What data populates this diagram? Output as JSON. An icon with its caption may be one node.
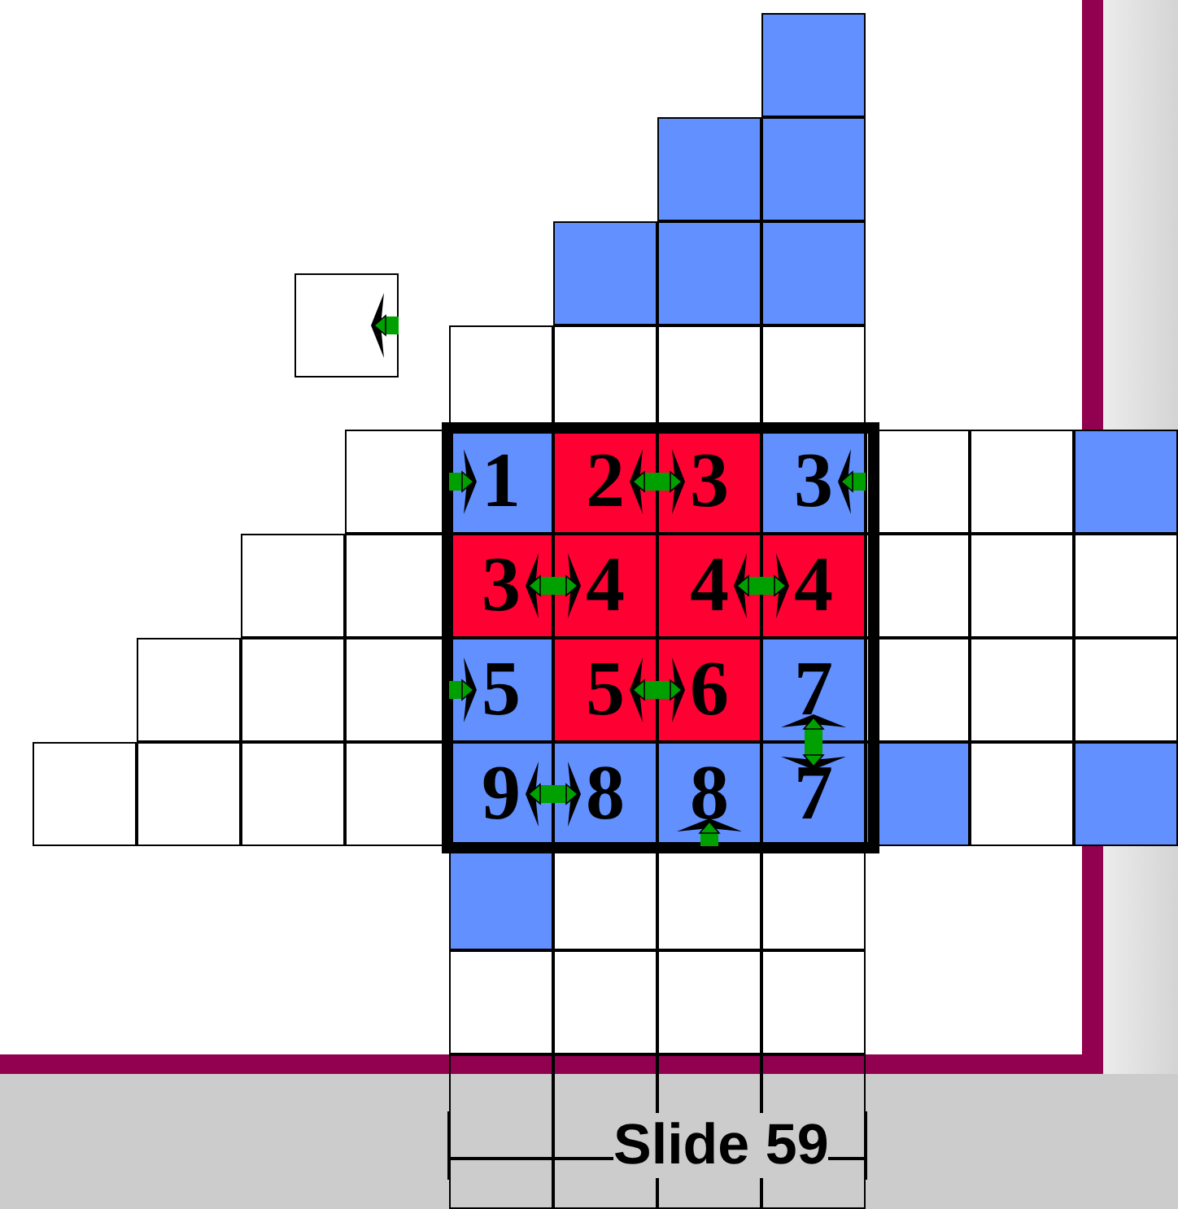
{
  "diagram": {
    "nodes": [
      {
        "text": [],
        "shape": "box"
      },
      {
        "text": [],
        "shape": "box"
      },
      {
        "text": [],
        "shape": "box"
      },
      {
        "text": [],
        "shape": "box"
      },
      {
        "text": [],
        "shape": "box"
      },
      {
        "text": [],
        "shape": "box"
      },
      {
        "text": [],
        "shape": "box"
      },
      {
        "text": [],
        "shape": "box"
      },
      {
        "text": [],
        "shape": "box"
      },
      {
        "text": [],
        "shape": "box"
      },
      {
        "text": [],
        "shape": "box"
      },
      {
        "text": [],
        "shape": "box"
      },
      {
        "text": [
          "1"
        ]
      },
      {
        "text": [
          "2"
        ]
      },
      {
        "text": [
          "3"
        ]
      },
      {
        "text": [
          "3"
        ]
      },
      {
        "text": [],
        "shape": "box"
      },
      {
        "text": [],
        "shape": "box"
      },
      {
        "text": [],
        "shape": "box"
      },
      {
        "text": [],
        "shape": "box"
      },
      {
        "text": [],
        "shape": "box"
      },
      {
        "text": [
          "3"
        ]
      },
      {
        "text": [
          "4"
        ]
      },
      {
        "text": [
          "4"
        ]
      },
      {
        "text": [
          "4"
        ]
      },
      {
        "text": [],
        "shape": "box"
      },
      {
        "text": [],
        "shape": "box"
      },
      {
        "text": [],
        "shape": "box"
      },
      {
        "text": [],
        "shape": "box"
      },
      {
        "text": [],
        "shape": "box"
      },
      {
        "text": [],
        "shape": "box"
      },
      {
        "text": [
          "5"
        ]
      },
      {
        "text": [
          "5"
        ]
      },
      {
        "text": [
          "6"
        ]
      },
      {
        "text": [
          "7"
        ]
      },
      {
        "text": [],
        "shape": "box"
      },
      {
        "text": [],
        "shape": "box"
      },
      {
        "text": [],
        "shape": "box"
      },
      {
        "text": [],
        "shape": "box"
      },
      {
        "text": [],
        "shape": "box"
      },
      {
        "text": [],
        "shape": "box"
      },
      {
        "text": [],
        "shape": "box"
      },
      {
        "text": [
          "9"
        ]
      },
      {
        "text": [
          "8"
        ]
      },
      {
        "text": [
          "8"
        ]
      },
      {
        "text": [
          "7"
        ]
      },
      {
        "text": [],
        "shape": "box"
      },
      {
        "text": [],
        "shape": "box"
      },
      {
        "text": [],
        "shape": "box"
      },
      {
        "text": [],
        "shape": "box"
      },
      {
        "text": [],
        "shape": "box"
      },
      {
        "text": [],
        "shape": "box"
      },
      {
        "text": [],
        "shape": "box"
      },
      {
        "text": [],
        "shape": "box"
      },
      {
        "text": [],
        "shape": "box"
      },
      {
        "text": [],
        "shape": "box"
      },
      {
        "text": [],
        "shape": "box"
      },
      {
        "text": [],
        "shape": "box"
      },
      {
        "text": [],
        "shape": "box"
      },
      {
        "text": [],
        "shape": "box"
      },
      {
        "text": [],
        "shape": "box"
      },
      {
        "text": [],
        "shape": "box"
      },
      {
        "text": [],
        "shape": "box"
      },
      {
        "text": [],
        "shape": "box"
      },
      {
        "text": [],
        "shape": "box"
      }
    ],
    "edges": [
      {
        "from": 11,
        "to": 12,
        "arrow": "to"
      },
      {
        "from": 14,
        "to": 13,
        "arrow": "to"
      },
      {
        "from": 13,
        "to": 14,
        "arrow": "to"
      },
      {
        "from": 16,
        "to": 15,
        "arrow": "to"
      },
      {
        "from": 22,
        "to": 21,
        "arrow": "to"
      },
      {
        "from": 21,
        "to": 22,
        "arrow": "to"
      },
      {
        "from": 24,
        "to": 23,
        "arrow": "to"
      },
      {
        "from": 23,
        "to": 24,
        "arrow": "to"
      },
      {
        "from": 30,
        "to": 31,
        "arrow": "to"
      },
      {
        "from": 33,
        "to": 32,
        "arrow": "to"
      },
      {
        "from": 32,
        "to": 33,
        "arrow": "to"
      },
      {
        "from": 45,
        "to": 34,
        "arrow": "to"
      },
      {
        "from": 34,
        "to": 45,
        "arrow": "to"
      },
      {
        "from": 43,
        "to": 42,
        "arrow": "to"
      },
      {
        "from": 42,
        "to": 43,
        "arrow": "to"
      },
      {
        "from": 51,
        "to": 44,
        "arrow": "to"
      },
      {
        "from": null,
        "to": 6,
        "arrow": "to"
      }
    ],
    "labels": [
      "Slide 59"
    ]
  }
}
